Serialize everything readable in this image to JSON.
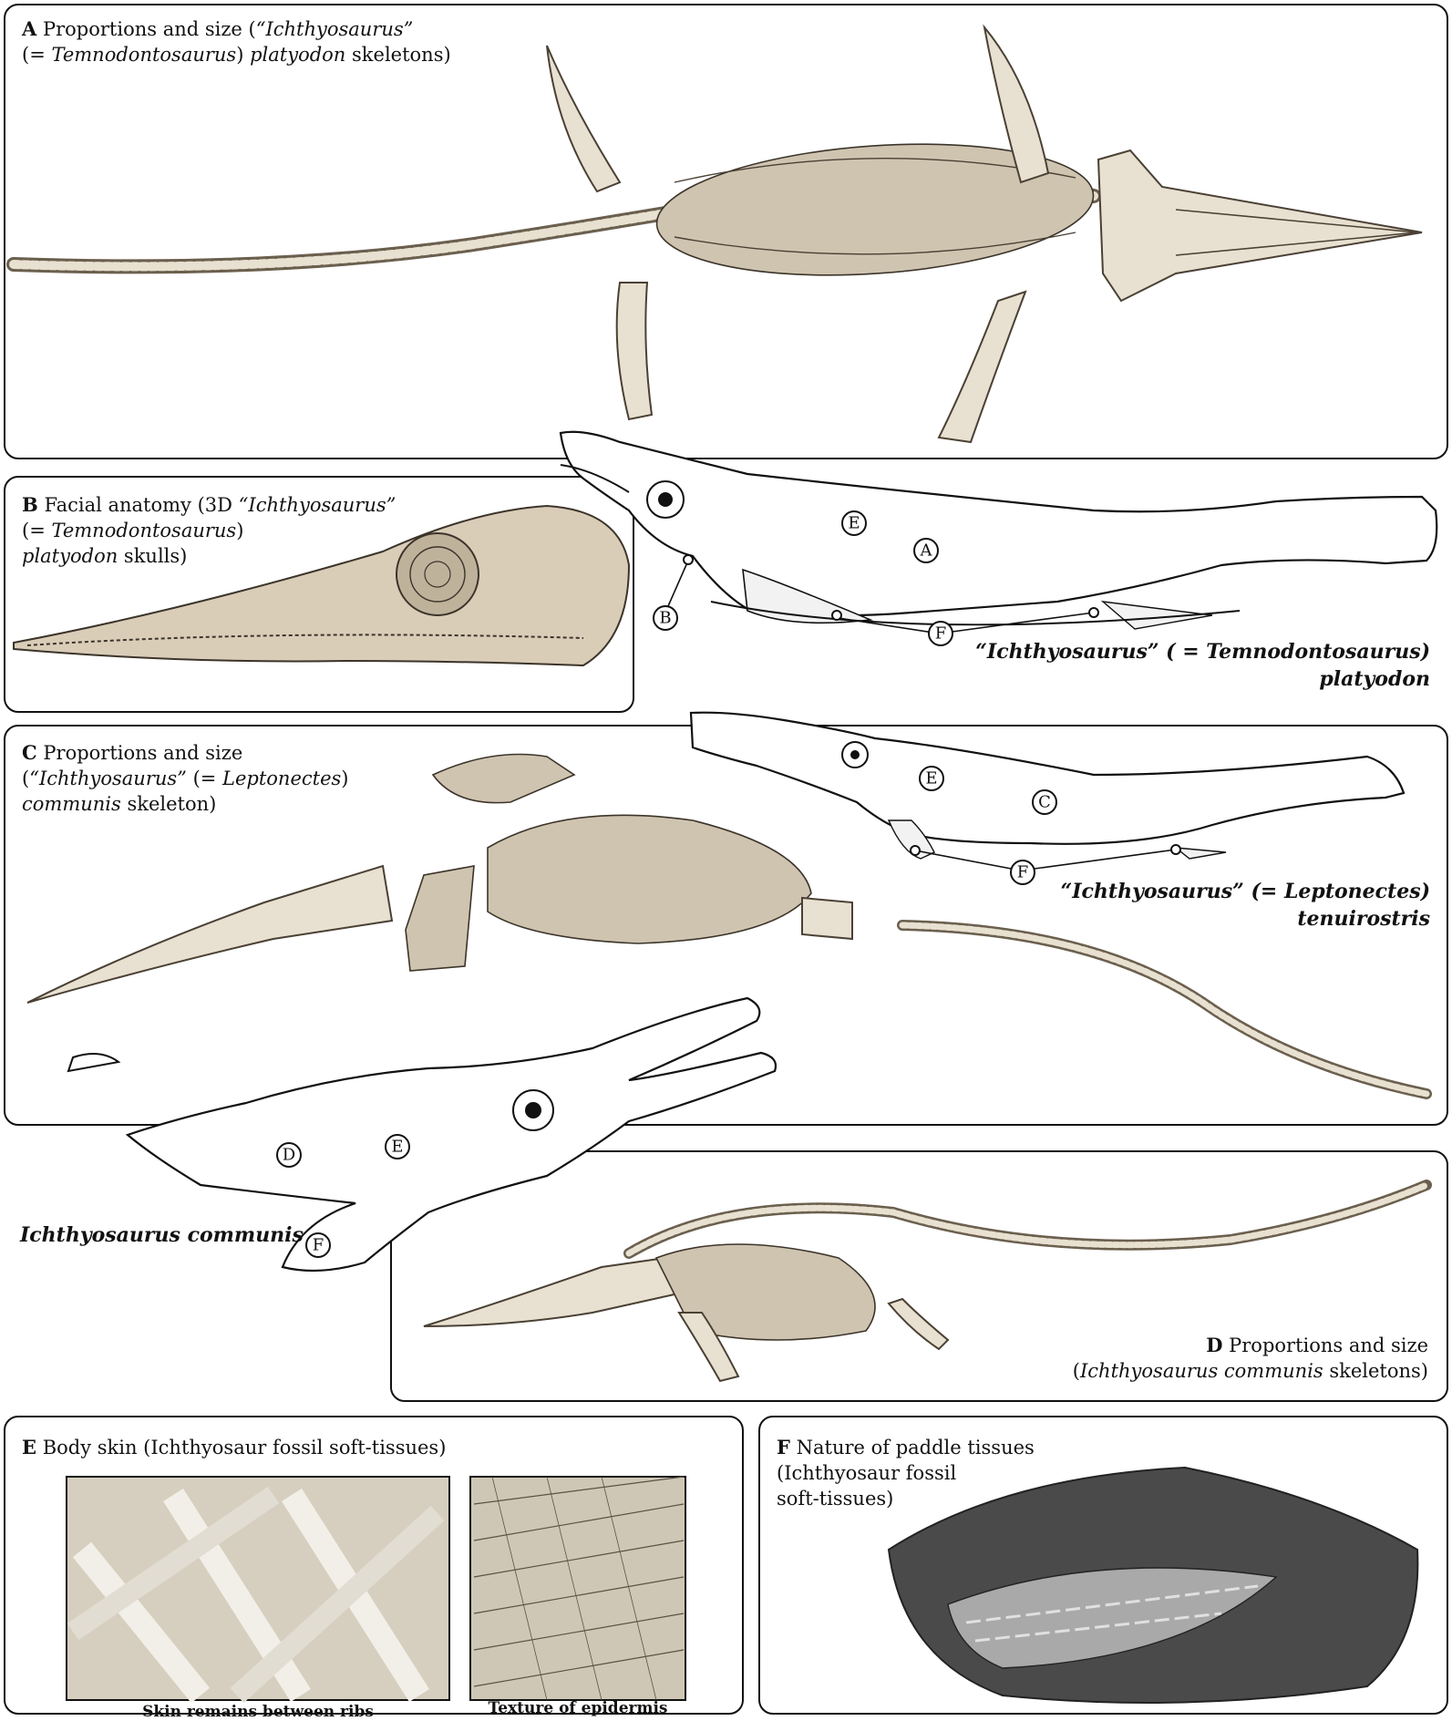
{
  "panels": {
    "A": {
      "letter": "A",
      "line1_pre": "Proportions and size (",
      "line1_italic": "“Ichthyosaurus”",
      "line2_pre": "(= ",
      "line2_italic1": "Temnodontosaurus",
      "line2_mid": ") ",
      "line2_italic2": "platyodon",
      "line2_post": " skeletons)"
    },
    "B": {
      "letter": "B",
      "line1_pre": "Facial anatomy (3D ",
      "line1_italic": "“Ichthyosaurus”",
      "line2_pre": "(= ",
      "line2_italic": "Temnodontosaurus",
      "line2_post": ")",
      "line3_italic": "platyodon",
      "line3_post": " skulls)"
    },
    "C": {
      "letter": "C",
      "line1": "Proportions and size",
      "line2_pre": "(",
      "line2_italic1": "“Ichthyosaurus”",
      "line2_mid": " (= ",
      "line2_italic2": "Leptonectes",
      "line2_post": ")",
      "line3_italic": "communis",
      "line3_post": " skeleton)"
    },
    "D": {
      "letter": "D",
      "line1": "Proportions and size",
      "line2_pre": "(",
      "line2_italic": "Ichthyosaurus communis",
      "line2_post": " skeletons)"
    },
    "E": {
      "letter": "E",
      "title": "Body skin (Ichthyosaur fossil soft-tissues)",
      "sub1": "Skin remains between ribs",
      "sub2": "Texture of epidermis"
    },
    "F": {
      "letter": "F",
      "line1": "Nature of paddle tissues",
      "line2": "(Ichthyosaur fossil",
      "line3": "soft-tissues)"
    }
  },
  "species": {
    "temno_line1": "“Ichthyosaurus” ( = Temnodontosaurus)",
    "temno_line2": "platyodon",
    "lepto_line1": "“Ichthyosaurus” (= Leptonectes)",
    "lepto_line2": "tenuirostris",
    "communis": "Ichthyosaurus communis"
  },
  "callouts": {
    "temno": [
      "E",
      "A",
      "B",
      "F"
    ],
    "lepto": [
      "E",
      "C",
      "F"
    ],
    "communis": [
      "D",
      "E",
      "F"
    ]
  },
  "colors": {
    "border": "#111111",
    "bone_fill": "#e8e0d0",
    "bone_stroke": "#4a4034",
    "background": "#ffffff"
  }
}
